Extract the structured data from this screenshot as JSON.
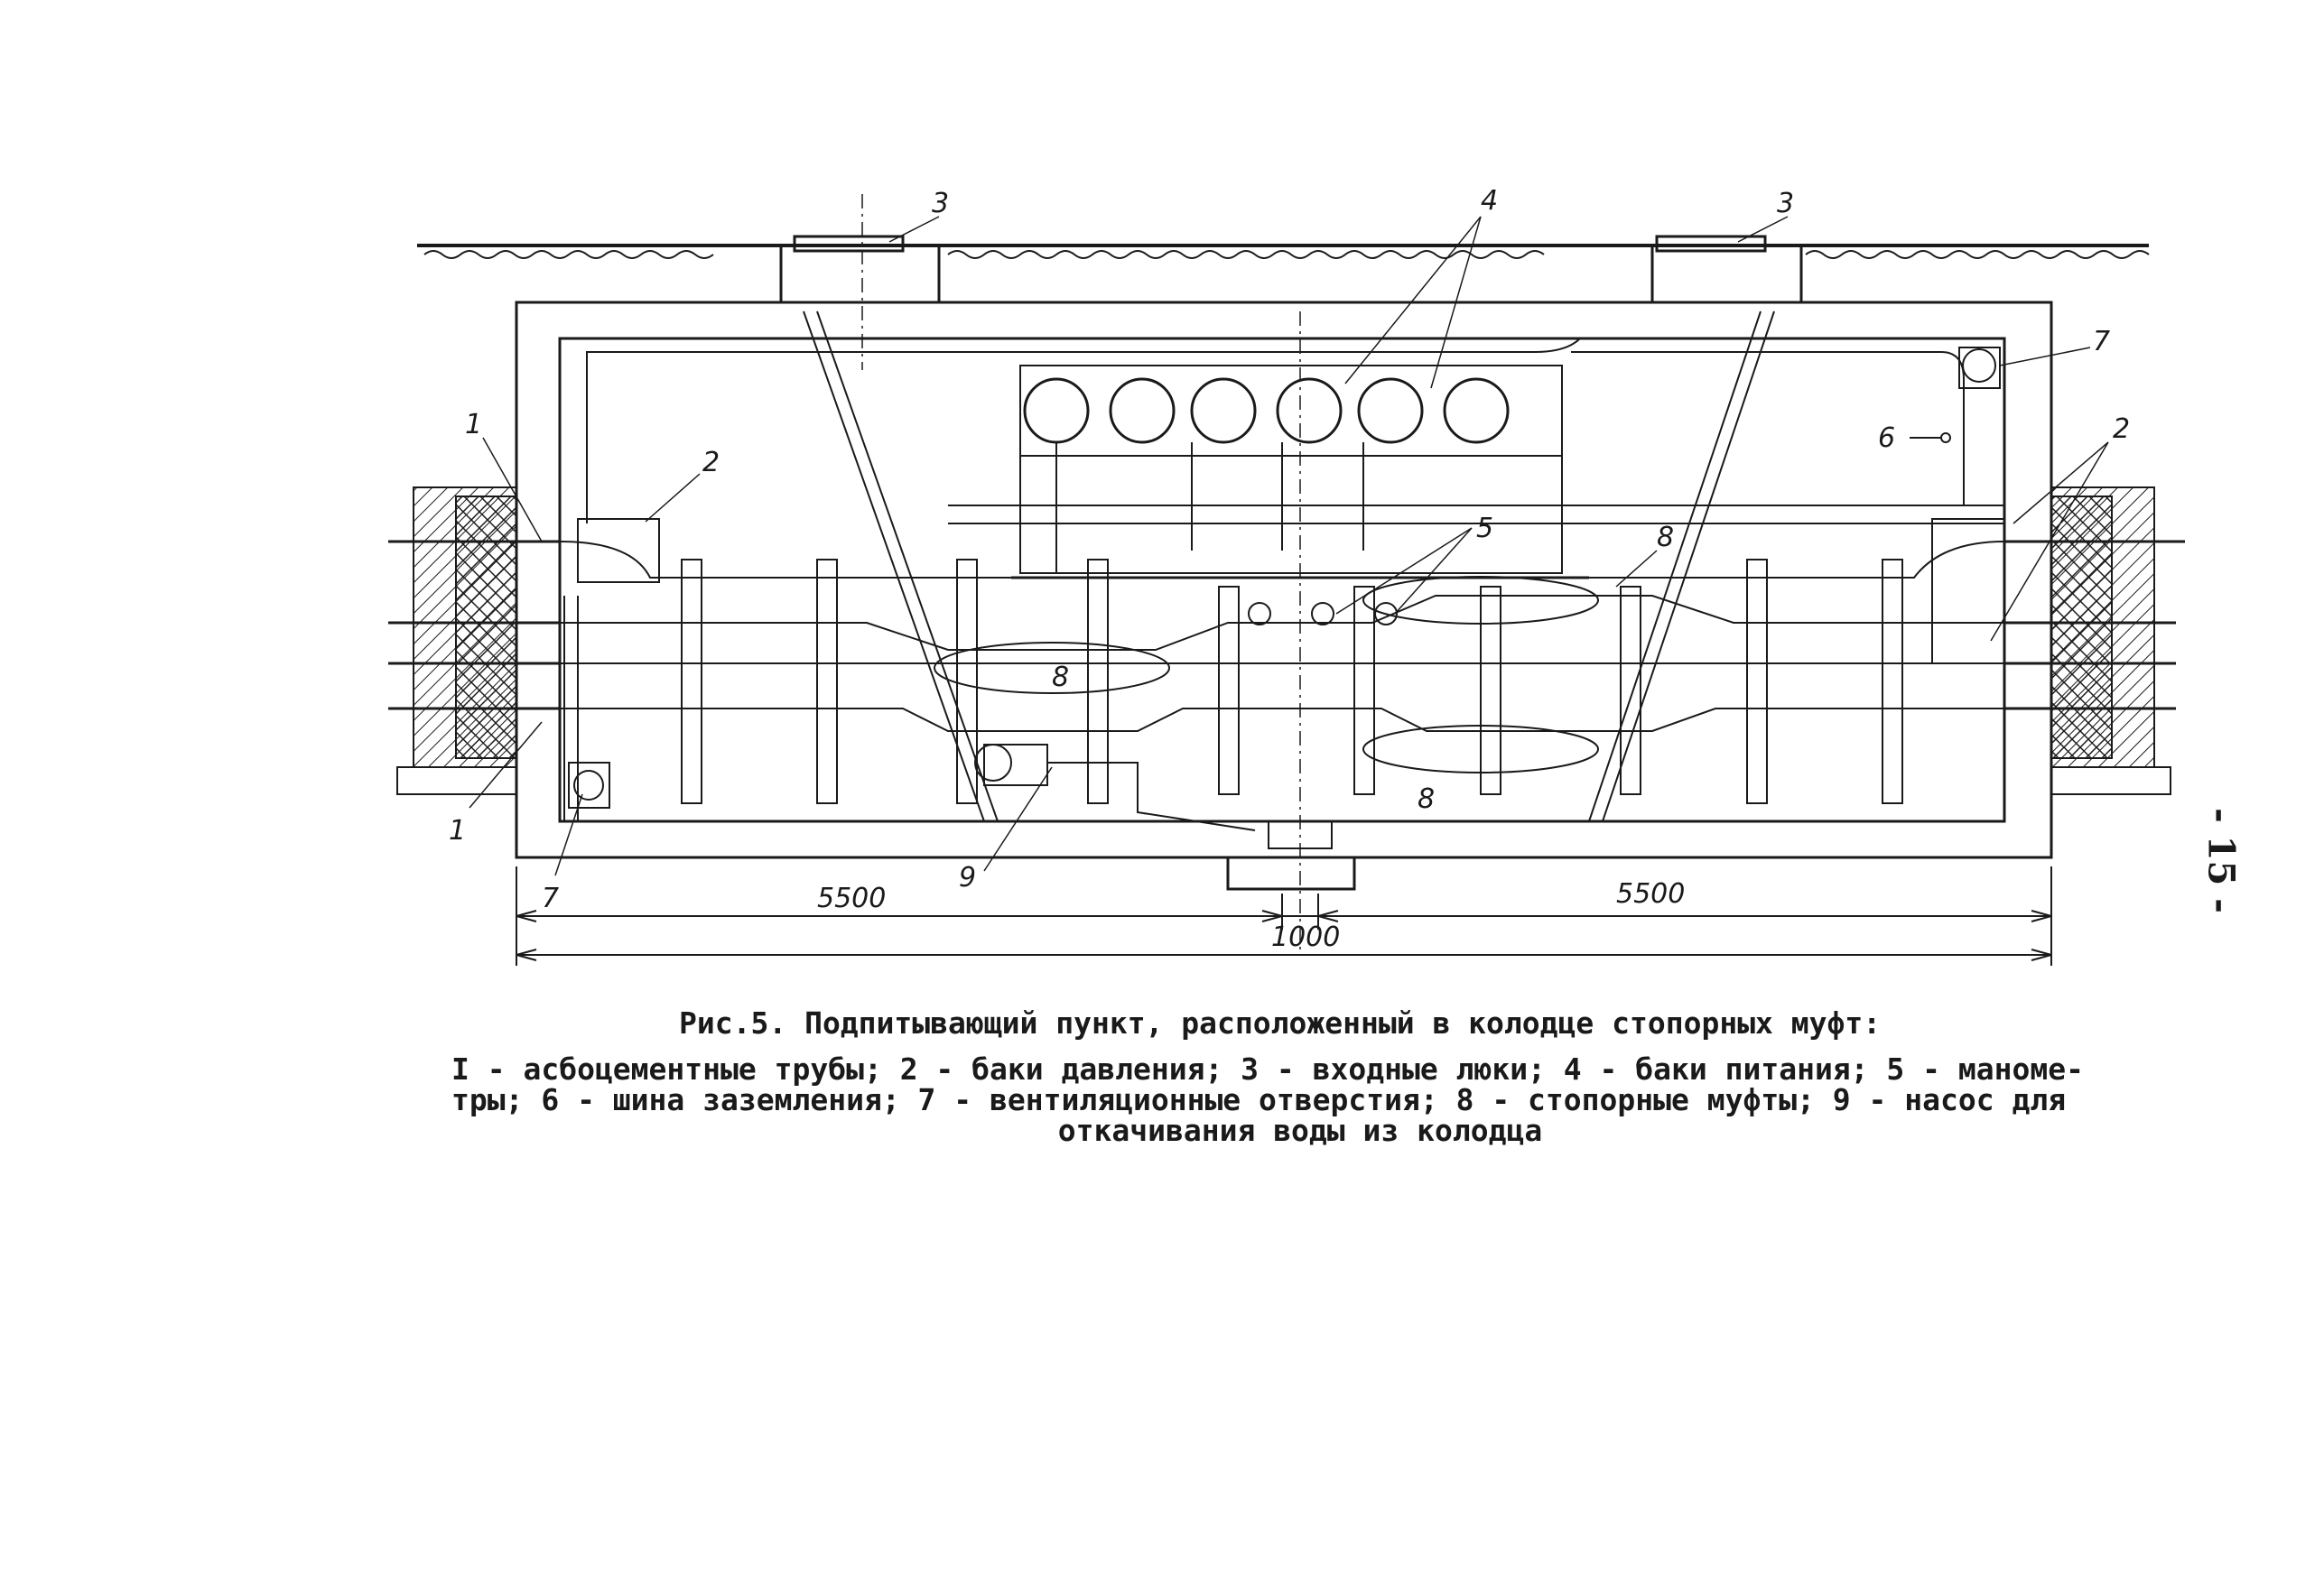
{
  "labels": {
    "asbestos_pipes": "1",
    "pressure_tanks": "2",
    "entry_hatches": "3",
    "supply_tanks": "4",
    "manometers": "5",
    "ground_bus": "6",
    "vent_holes": "7",
    "stop_joints": "8",
    "pump": "9"
  },
  "dimensions": {
    "left_span": "5500",
    "right_span": "5500",
    "center_span": "1000"
  },
  "caption": {
    "title": "Рис.5. Подпитывающий пункт, расположенный в колодце стопорных муфт:",
    "legend_line1": "I - асбоцементные трубы; 2 - баки давления; 3 - входные люки; 4 - баки питания; 5 - маноме-",
    "legend_line2": "тры; 6 - шина заземления; 7 - вентиляционные отверстия; 8 - стопорные муфты; 9 - насос для",
    "legend_line3": "откачивания воды из колодца"
  },
  "page_number": "- 15 -",
  "colors": {
    "ink": "#1a1a1a",
    "paper": "#ffffff"
  }
}
